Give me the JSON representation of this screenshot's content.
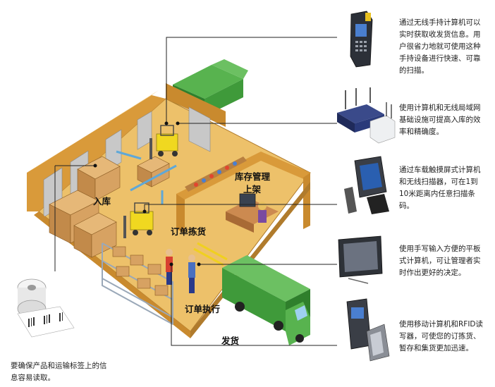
{
  "labels": {
    "inventory": "库存管理",
    "shelving": "上架",
    "receiving": "入库",
    "picking": "订单拣货",
    "execution": "订单执行",
    "shipping": "发货"
  },
  "devices": [
    {
      "icon": "handheld-computer-icon",
      "text": "通过无线手持计算机可以实时获取收发货信息。用户很省力地就可使用这种手持设备进行快速、可靠的扫描。"
    },
    {
      "icon": "wireless-router-icon",
      "text": "使用计算机和无线局域网基础设施可提高入库的效率和精确度。"
    },
    {
      "icon": "vehicle-touch-computer-icon",
      "text": "通过车载触摸屏式计算机和无线扫描器，可在1到10米距离内任意扫描条码。"
    },
    {
      "icon": "tablet-computer-icon",
      "text": "使用手写输入方便的平板式计算机，可让管理者实时作出更好的决定。"
    },
    {
      "icon": "rfid-reader-icon",
      "text": "使用移动计算机和RFID读写器，可使您的订拣货、暂存和集货更加迅速。"
    }
  ],
  "label_printer": {
    "icon": "label-roll-icon",
    "text": "要确保产品和运输标签上的信息容易读取。"
  },
  "colors": {
    "floor": "#e8b860",
    "wall": "#d99a3a",
    "truck": "#3d9a3a",
    "forklift": "#e8d020",
    "line": "#222222"
  }
}
